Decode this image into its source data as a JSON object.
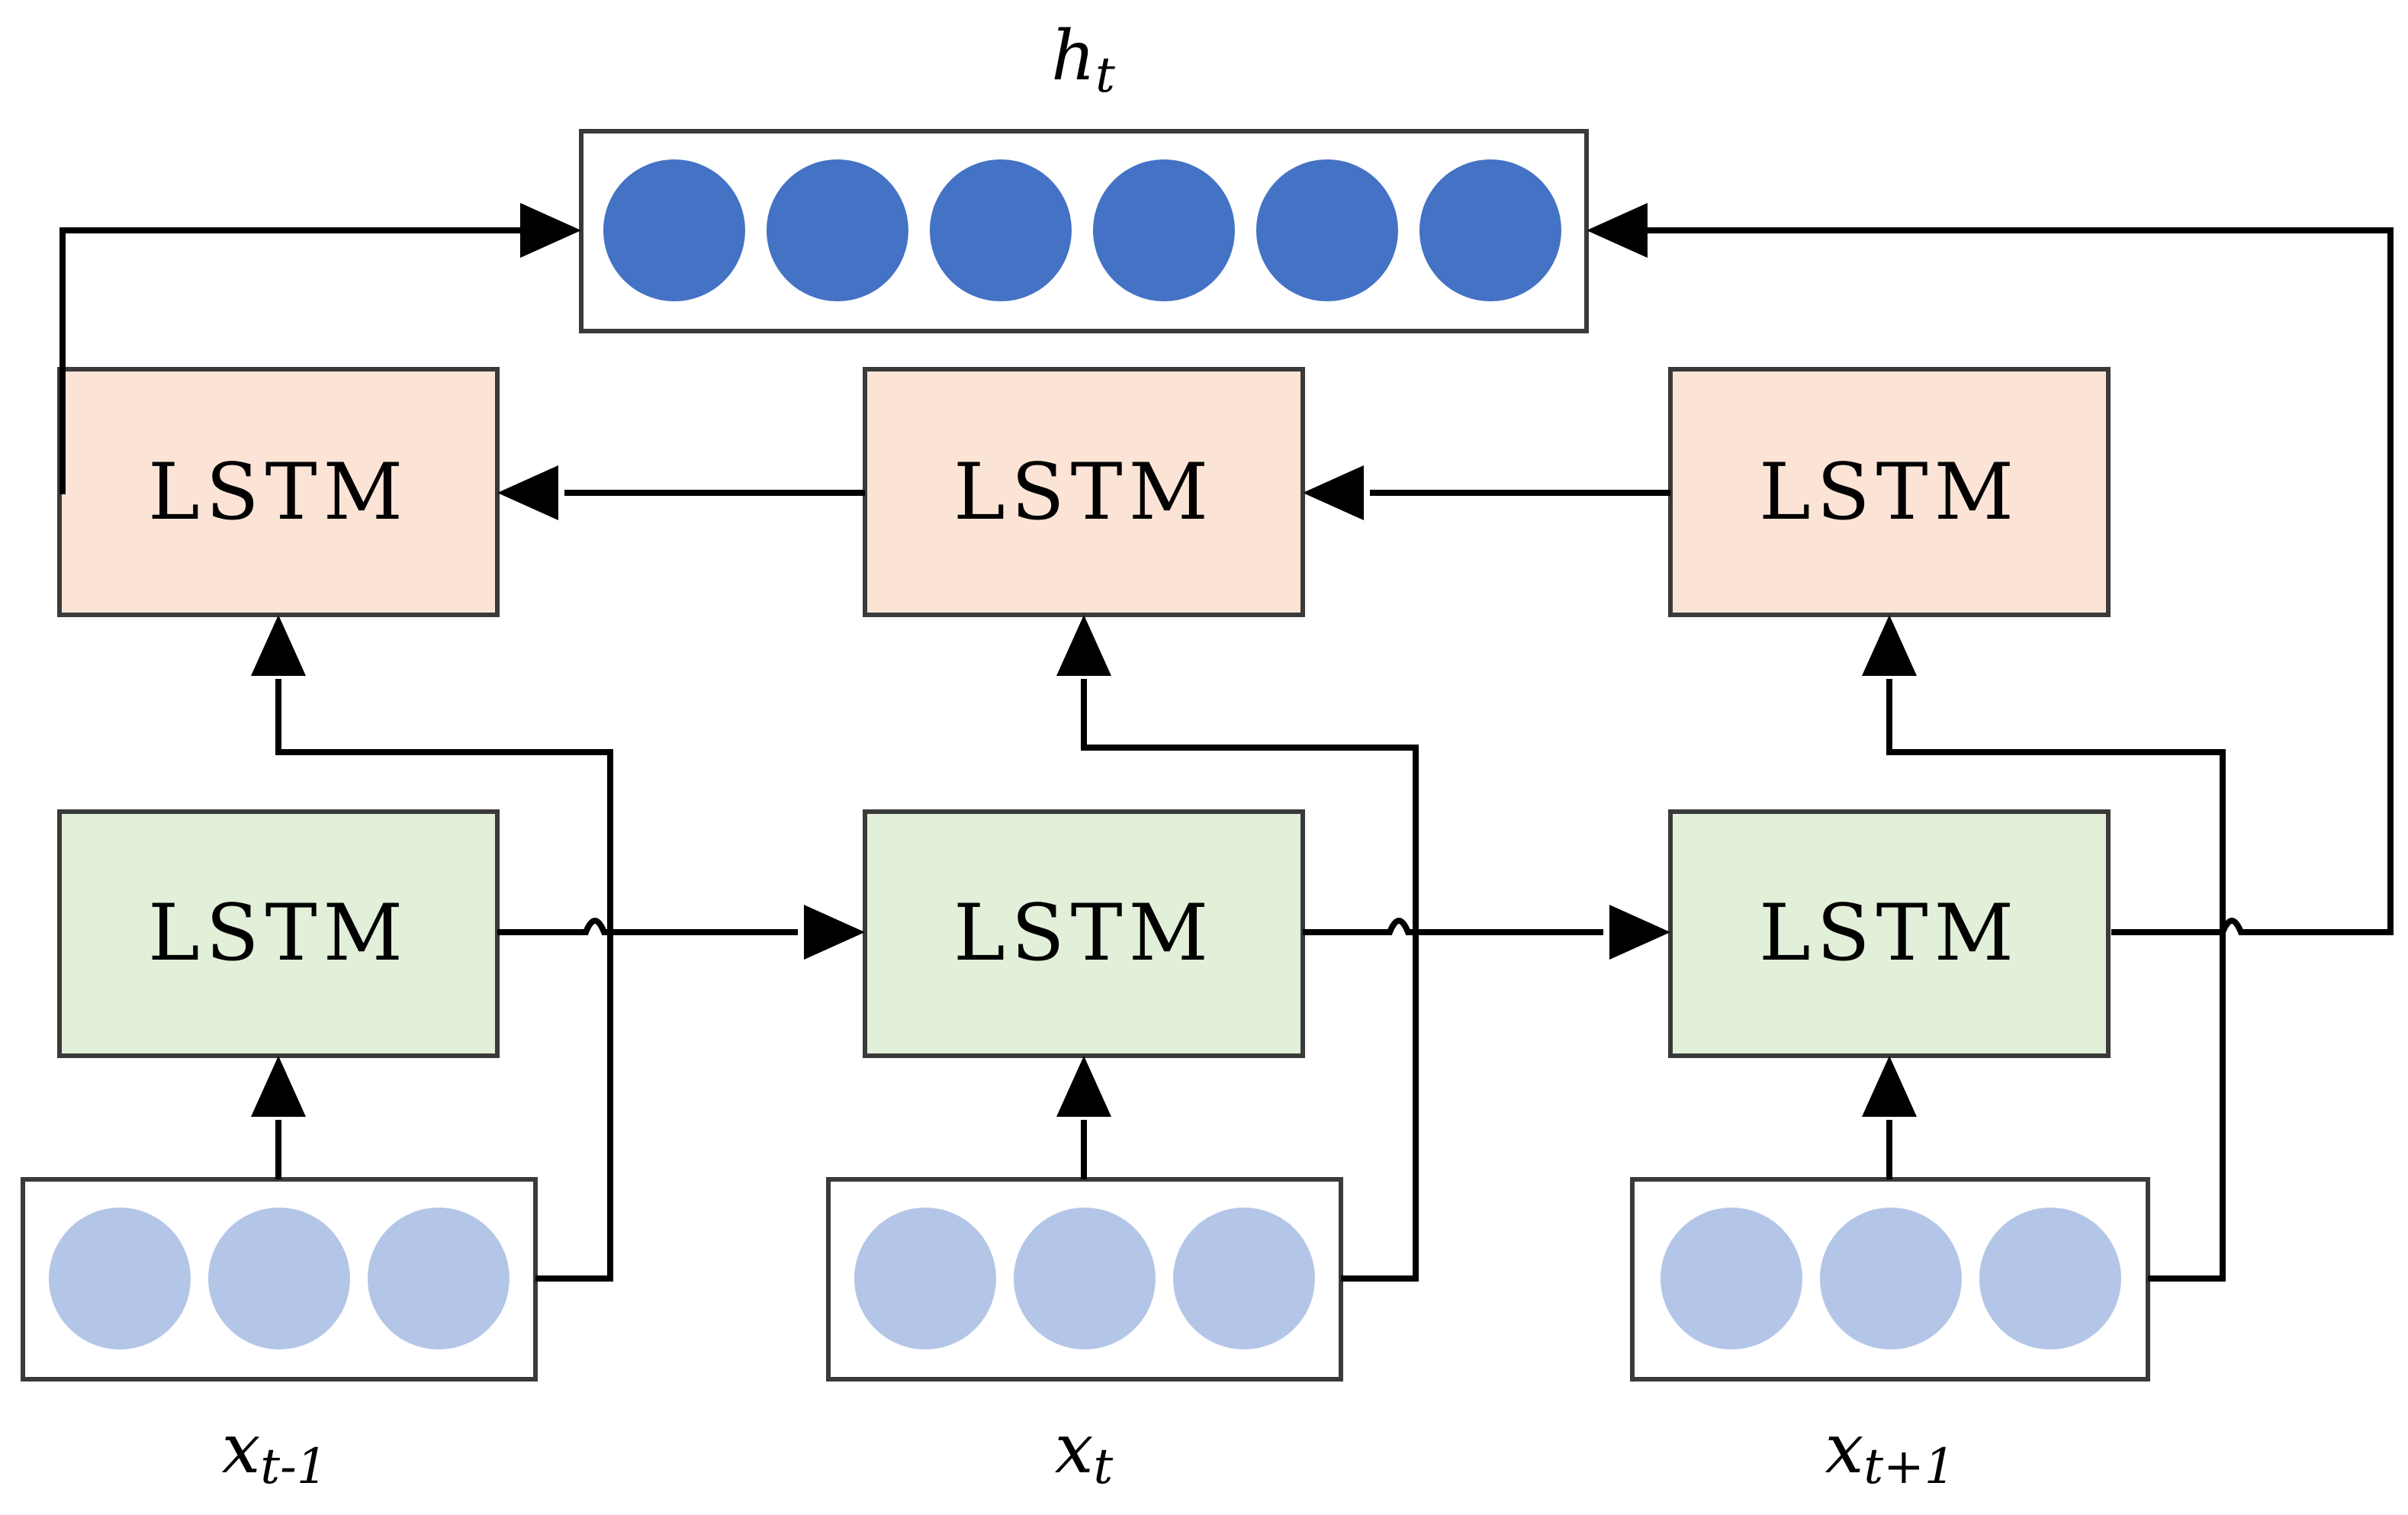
{
  "colors": {
    "output_node": "#4472c4",
    "input_node": "#b4c6e7",
    "backward_cell": "#fbe4d6",
    "forward_cell": "#e2efd9"
  },
  "output": {
    "symbol": "h",
    "subscript": "t",
    "node_count": 6
  },
  "backward_layer": [
    {
      "label": "LSTM"
    },
    {
      "label": "LSTM"
    },
    {
      "label": "LSTM"
    }
  ],
  "forward_layer": [
    {
      "label": "LSTM"
    },
    {
      "label": "LSTM"
    },
    {
      "label": "LSTM"
    }
  ],
  "inputs": [
    {
      "symbol": "x",
      "subscript": "t-1",
      "node_count": 3
    },
    {
      "symbol": "x",
      "subscript": "t",
      "node_count": 3
    },
    {
      "symbol": "x",
      "subscript": "t+1",
      "node_count": 3
    }
  ]
}
